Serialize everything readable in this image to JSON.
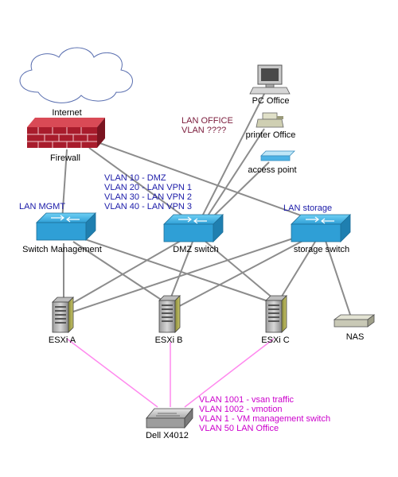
{
  "nodes": {
    "internet": "Internet",
    "firewall": "Firewall",
    "pc_office": "PC Office",
    "printer_office": "printer Office",
    "access_point": "access point",
    "switch_management": "Switch Management",
    "dmz_switch": "DMZ switch",
    "storage_switch": "storage switch",
    "esxi_a": "ESXi A",
    "esxi_b": "ESXi B",
    "esxi_c": "ESXi C",
    "nas": "NAS",
    "dell": "Dell X4012"
  },
  "zones": {
    "lan_mgmt": "LAN MGMT",
    "lan_storage": "LAN storage",
    "lan_office": [
      "LAN OFFICE",
      "VLAN ????"
    ],
    "dmz_vlans": [
      "VLAN 10 - DMZ",
      "VLAN 20 - LAN VPN 1",
      "VLAN 30 - LAN VPN 2",
      "VLAN 40 - LAN VPN 3"
    ],
    "dell_vlans": [
      "VLAN 1001 - vsan traffic",
      "VLAN 1002 - vmotion",
      "VLAN 1 - VM management switch",
      "VLAN 50 LAN Office"
    ]
  },
  "colors": {
    "switch": "#2f9fd6",
    "firewall": "#c4283a",
    "zone_label": "#1a1aa8",
    "office_label": "#7a1a3a",
    "dell_label": "#cc00cc",
    "link": "#8c8c8c",
    "dell_link": "#ff88ee"
  },
  "icons": [
    "cloud-icon",
    "firewall-icon",
    "switch-icon",
    "server-icon",
    "pc-icon",
    "printer-icon",
    "access-point-icon",
    "nas-icon",
    "dell-switch-icon"
  ]
}
